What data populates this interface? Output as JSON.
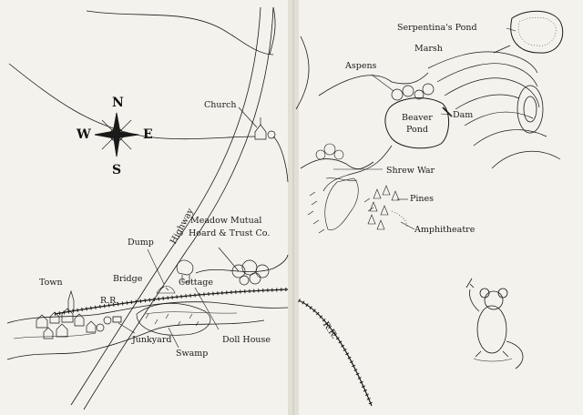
{
  "compass": {
    "north": "N",
    "south": "S",
    "east": "E",
    "west": "W"
  },
  "labels": {
    "church": "Church",
    "highway": "Highway",
    "meadow_mutual_1": "Meadow Mutual",
    "meadow_mutual_2": "Hoard & Trust Co.",
    "dump": "Dump",
    "bridge": "Bridge",
    "cottage": "Cottage",
    "town": "Town",
    "rr_left": "R.R.",
    "rr_right": "R.R.",
    "junkyard": "Junkyard",
    "swamp": "Swamp",
    "doll_house": "Doll House",
    "serpentinas_pond": "Serpentina's Pond",
    "marsh": "Marsh",
    "aspens": "Aspens",
    "beaver_pond_1": "Beaver",
    "beaver_pond_2": "Pond",
    "dam": "Dam",
    "shrew_war": "Shrew War",
    "pines": "Pines",
    "amphitheatre": "Amphitheatre"
  },
  "colors": {
    "paper": "#f4f2ec",
    "ink": "#1a1a1a",
    "gutter": "#d9d6cc"
  }
}
